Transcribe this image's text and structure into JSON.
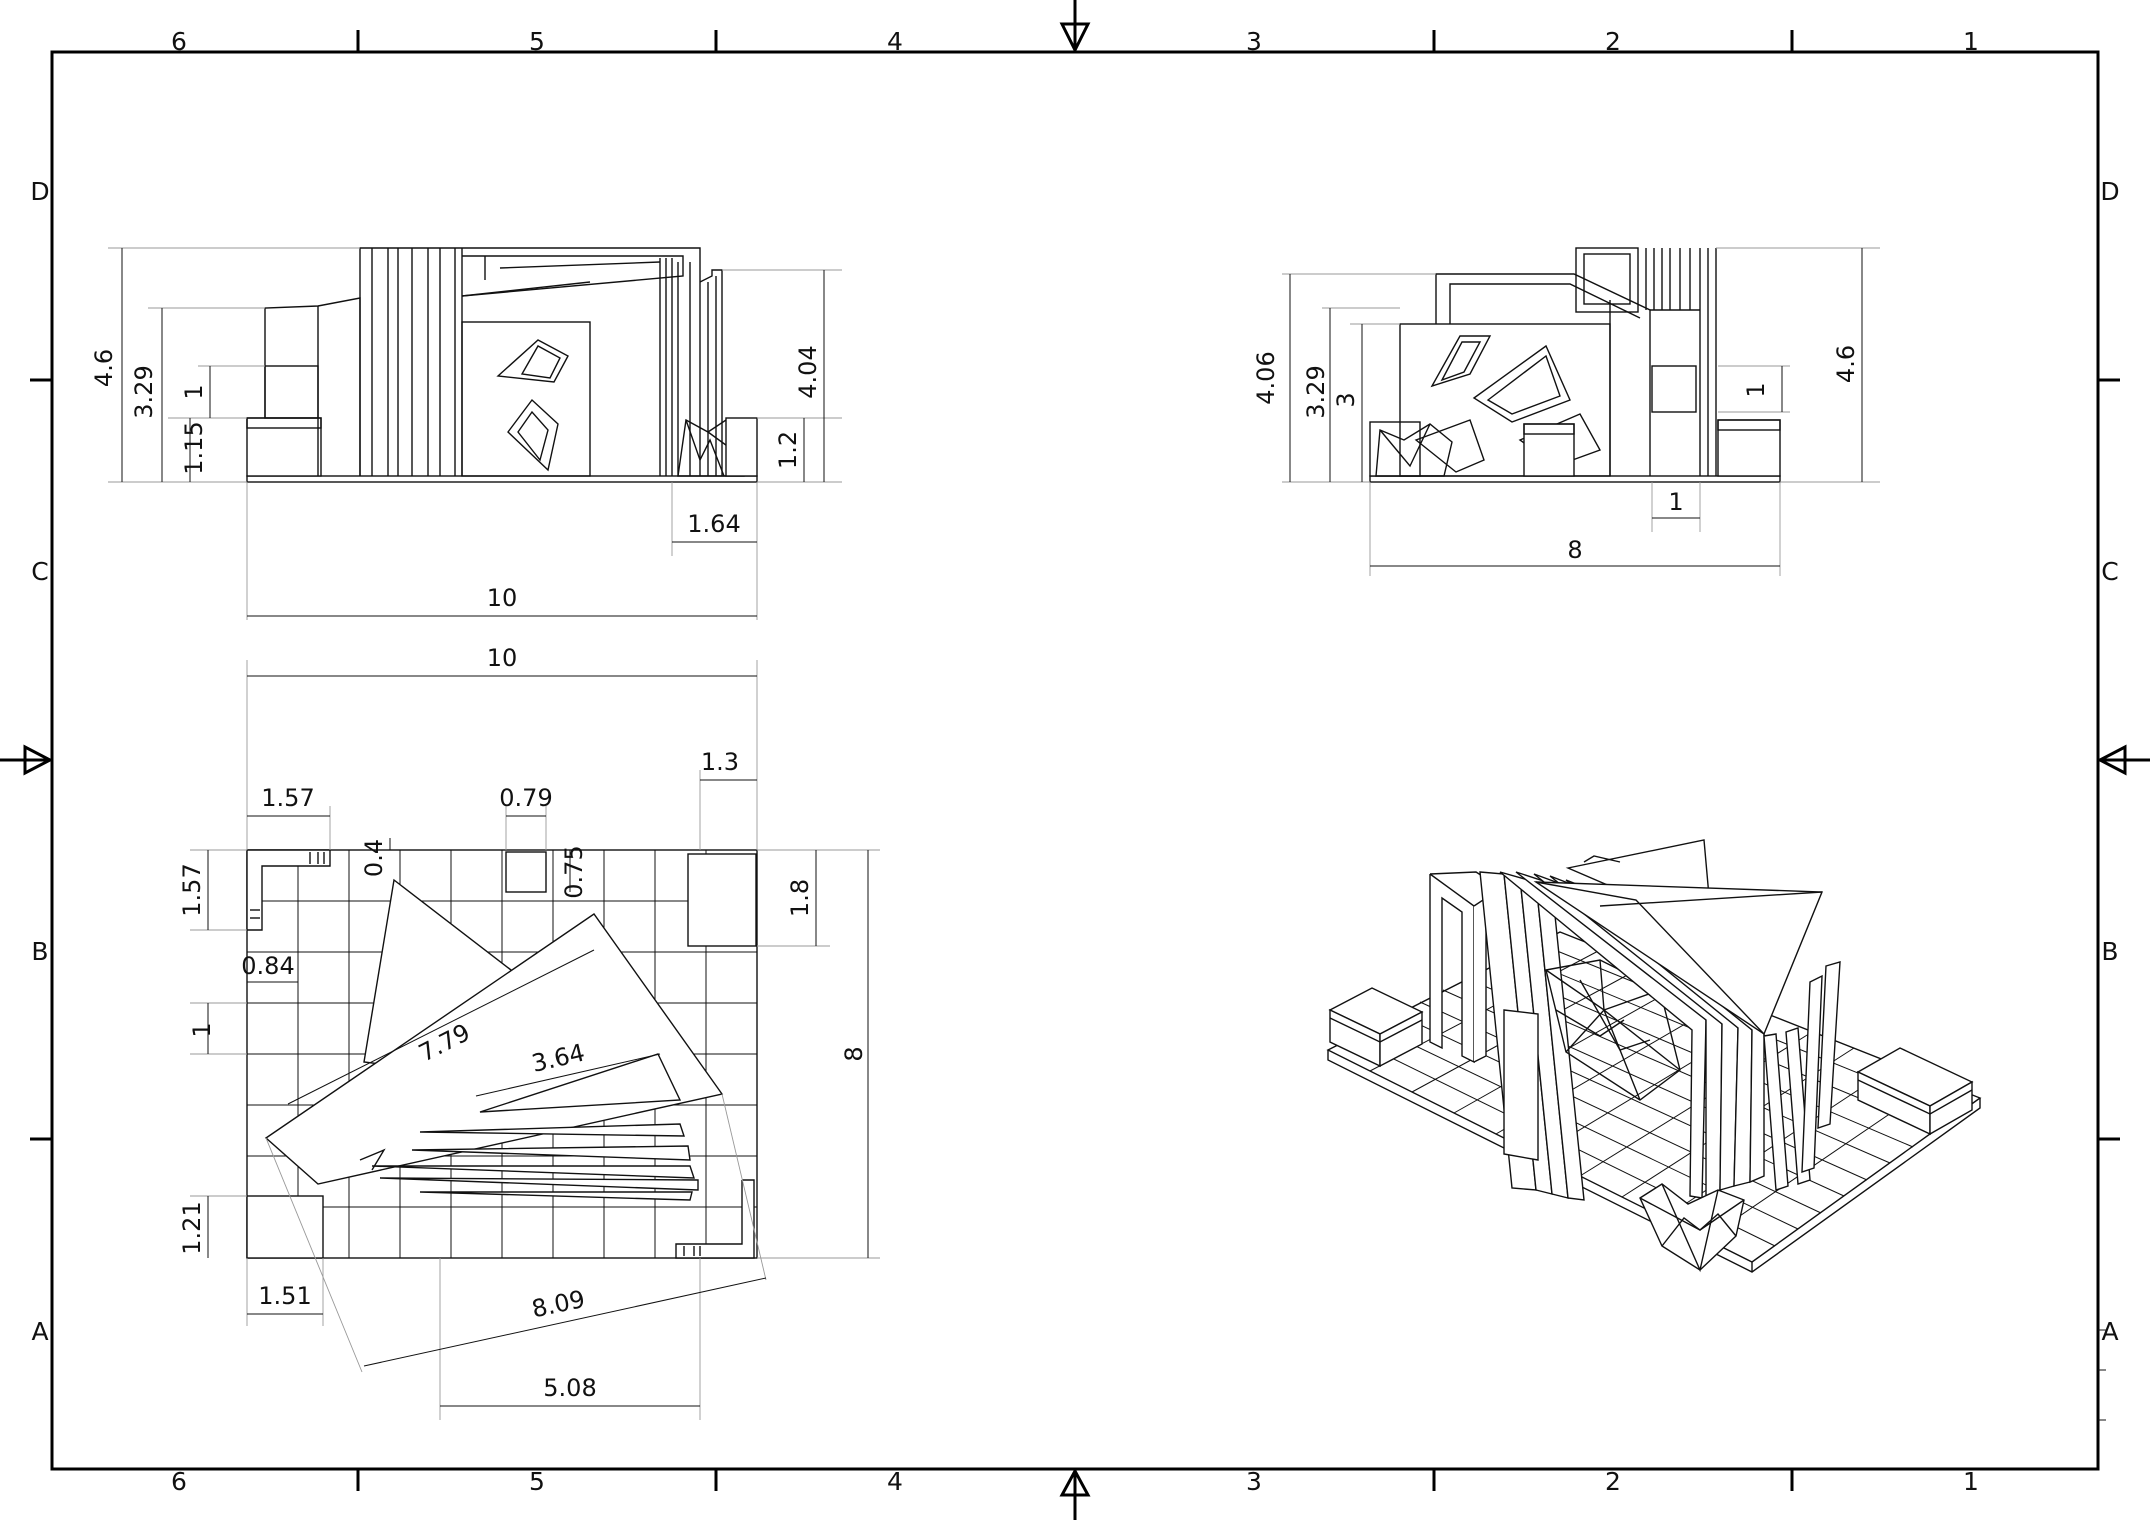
{
  "border": {
    "columns_top": [
      "6",
      "5",
      "4",
      "3",
      "2",
      "1"
    ],
    "columns_bottom": [
      "6",
      "5",
      "4",
      "3",
      "2",
      "1"
    ],
    "rows_left": [
      "D",
      "C",
      "B",
      "A"
    ],
    "rows_right": [
      "D",
      "C",
      "B",
      "A"
    ]
  },
  "views": {
    "front": {
      "dims": [
        "4.6",
        "3.29",
        "1",
        "1.15",
        "4.04",
        "1.2",
        "1.64",
        "10"
      ]
    },
    "side": {
      "dims": [
        "4.06",
        "3.29",
        "3",
        "1",
        "4.6",
        "1",
        "8"
      ]
    },
    "plan": {
      "dims": [
        "10",
        "1.3",
        "1.57",
        "0.79",
        "0.4",
        "0.75",
        "1.57",
        "1.8",
        "0.84",
        "1",
        "7.79",
        "3.64",
        "8",
        "1.21",
        "1.51",
        "8.09",
        "5.08"
      ]
    }
  },
  "colors": {
    "line": "#111111",
    "frame": "#000000",
    "extension": "#999999",
    "paper": "#ffffff"
  }
}
